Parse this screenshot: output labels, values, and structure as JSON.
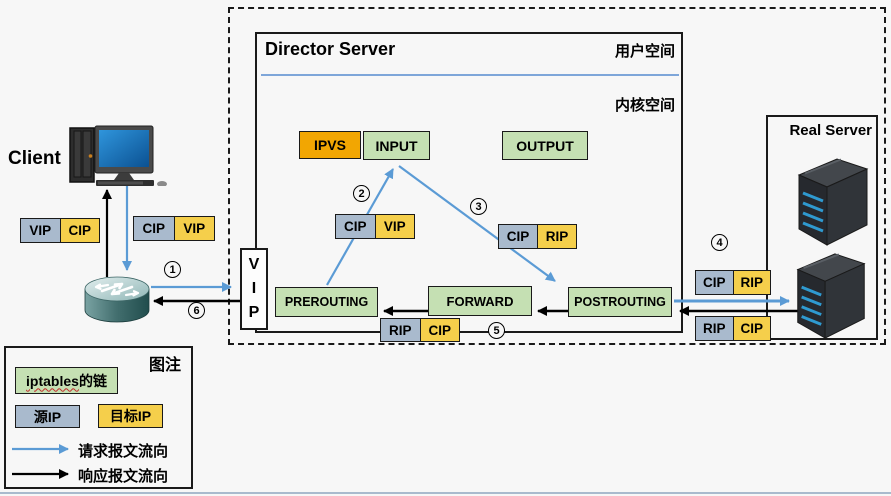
{
  "client": {
    "label": "Client"
  },
  "director": {
    "title": "Director Server",
    "user_space_label": "用户空间",
    "kernel_space_label": "内核空间",
    "vip_letters": {
      "l1": "V",
      "l2": "I",
      "l3": "P"
    },
    "ipvs_label": "IPVS",
    "input_label": "INPUT",
    "output_label": "OUTPUT",
    "prerouting_label": "PREROUTING",
    "forward_label": "FORWARD",
    "postrouting_label": "POSTROUTING"
  },
  "real_server": {
    "title": "Real Server"
  },
  "ip_labels": [
    {
      "desc": "response-at-client",
      "src": "VIP",
      "dst": "CIP"
    },
    {
      "desc": "request-from-client",
      "src": "CIP",
      "dst": "VIP"
    },
    {
      "desc": "request-to-input",
      "src": "CIP",
      "dst": "VIP"
    },
    {
      "desc": "request-after-ipvs",
      "src": "CIP",
      "dst": "RIP"
    },
    {
      "desc": "request-to-server",
      "src": "CIP",
      "dst": "RIP"
    },
    {
      "desc": "response-from-server",
      "src": "RIP",
      "dst": "CIP"
    },
    {
      "desc": "response-in-director",
      "src": "RIP",
      "dst": "CIP"
    }
  ],
  "steps": [
    "1",
    "2",
    "3",
    "4",
    "5",
    "6"
  ],
  "legend": {
    "title": "图注",
    "chain_word": "iptables",
    "chain_suffix": "的链",
    "source_label": "源IP",
    "dest_label": "目标IP",
    "request_label": "请求报文流向",
    "response_label": "响应报文流向"
  },
  "colors": {
    "chain_green": "#c5e0b3",
    "ipvs_orange": "#f2a602",
    "source_bluegray": "#a9bacd",
    "dest_yellow": "#f5cf4b",
    "request_blue": "#5b9bd5",
    "response_black": "#000000"
  }
}
